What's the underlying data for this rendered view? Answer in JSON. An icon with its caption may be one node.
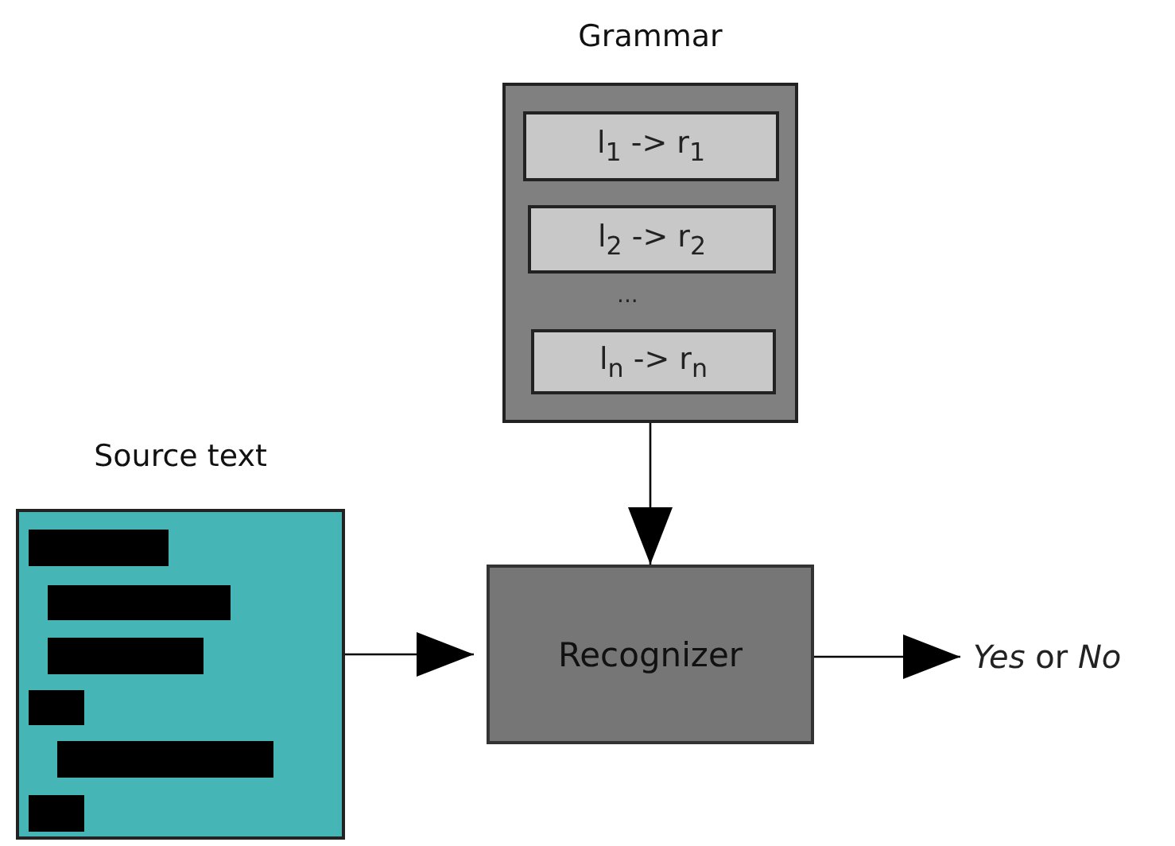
{
  "diagram": {
    "nodes": [
      {
        "text": [
          "Grammar"
        ]
      },
      {
        "text": [
          "l$_{1}$ -> r$_{1}$"
        ],
        "in": 0
      },
      {
        "text": [
          "l$_{2}$ -> r$_{2}$"
        ],
        "in": 0
      },
      {
        "text": [
          "l$_{n}$ -> r$_{n}$"
        ],
        "in": 0
      },
      {
        "text": [
          "Source text"
        ]
      },
      {
        "text": [
          "Recognizer"
        ]
      },
      {
        "text": [
          "*Yes* or *No*"
        ]
      }
    ],
    "edges": [
      {
        "from": 0,
        "to": 5,
        "arrow": "to"
      },
      {
        "from": 4,
        "to": 5,
        "arrow": "to"
      },
      {
        "from": 5,
        "to": 6,
        "arrow": "to"
      }
    ],
    "labels": [
      "..."
    ]
  }
}
